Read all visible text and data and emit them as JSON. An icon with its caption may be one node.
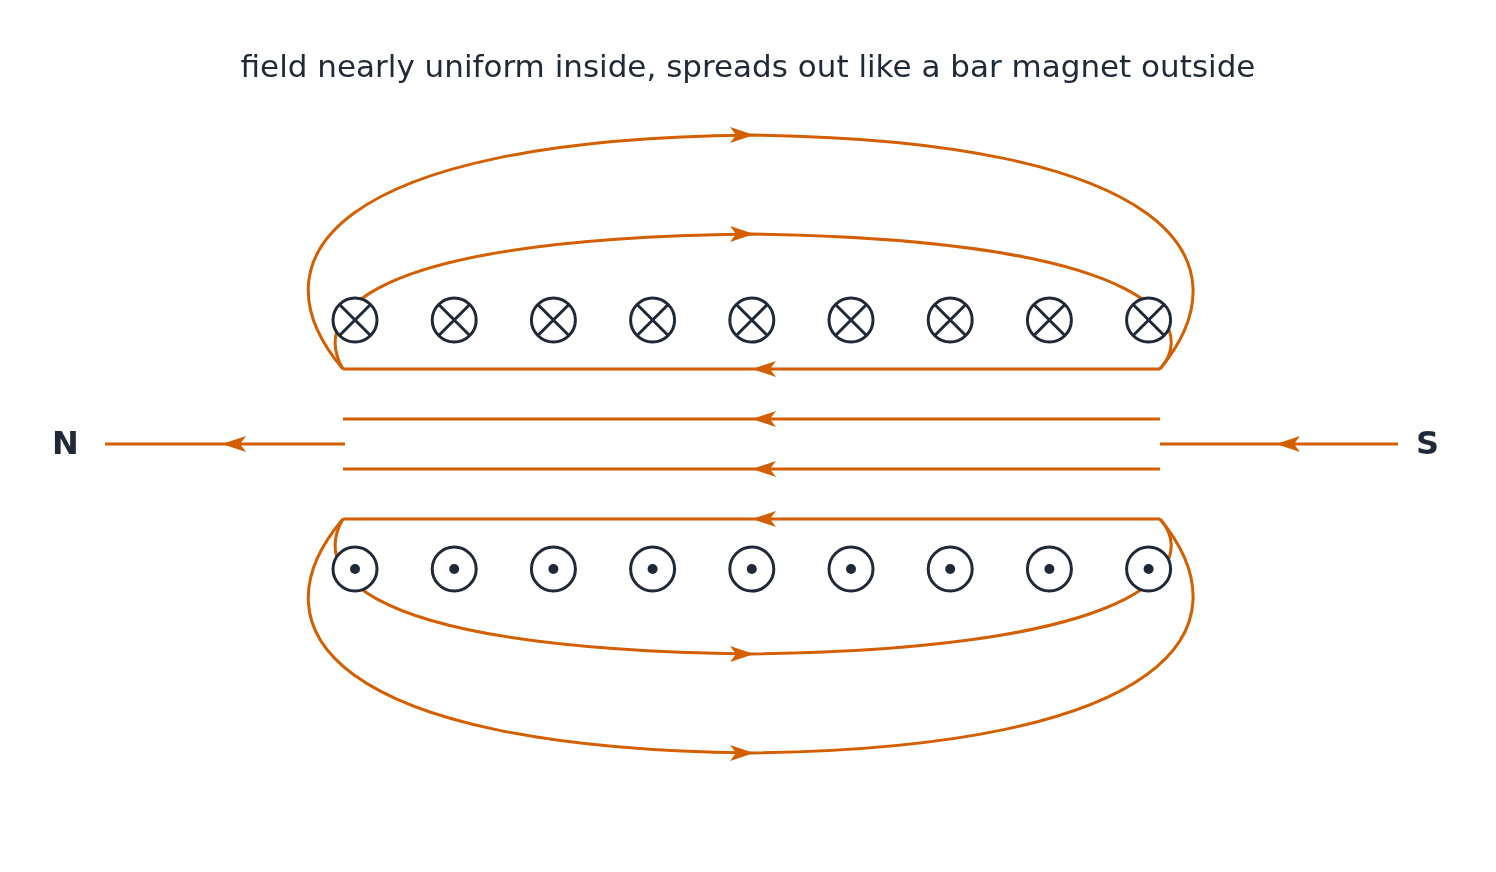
{
  "diagram": {
    "title": "field nearly uniform inside, spreads out like a bar magnet outside",
    "labels": [
      "N",
      "S"
    ]
  }
}
